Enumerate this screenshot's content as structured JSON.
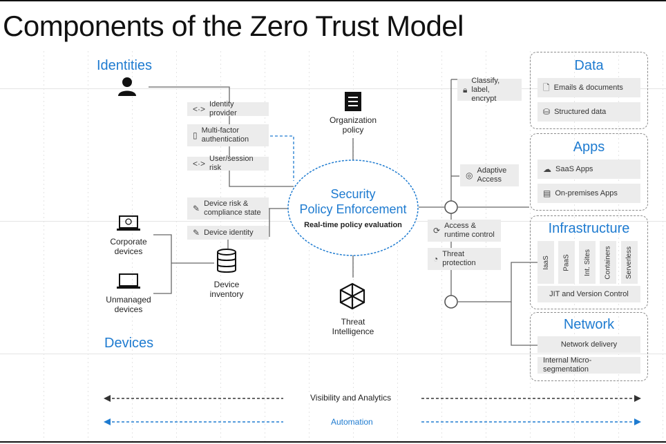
{
  "title": "Components of the Zero Trust Model",
  "identities": {
    "heading": "Identities",
    "items": [
      {
        "icon": "code-arrows-icon",
        "label": "Identity provider"
      },
      {
        "icon": "phone-icon",
        "label": "Multi-factor\nauthentication"
      },
      {
        "icon": "code-arrows-icon",
        "label": "User/session risk"
      }
    ]
  },
  "devices": {
    "heading": "Devices",
    "corporate": "Corporate\ndevices",
    "unmanaged": "Unmanaged\ndevices",
    "inventory": "Device\ninventory",
    "items": [
      {
        "icon": "pencil-icon",
        "label": "Device risk &\ncompliance state"
      },
      {
        "icon": "pencil-icon",
        "label": "Device identity"
      }
    ]
  },
  "center": {
    "org_policy": "Organization\npolicy",
    "enforcement_title": "Security\nPolicy Enforcement",
    "enforcement_sub": "Real-time policy evaluation",
    "threat_intel": "Threat\nIntelligence"
  },
  "middle_right": {
    "classify": "Classify,\nlabel, encrypt",
    "adaptive": "Adaptive\nAccess",
    "access_runtime": "Access &\nruntime control",
    "threat_protection": "Threat\nprotection"
  },
  "data_panel": {
    "heading": "Data",
    "items": [
      "Emails & documents",
      "Structured data"
    ]
  },
  "apps_panel": {
    "heading": "Apps",
    "items": [
      "SaaS Apps",
      "On-premises Apps"
    ]
  },
  "infra_panel": {
    "heading": "Infrastructure",
    "tiles": [
      "IaaS",
      "PaaS",
      "Int. Sites",
      "Containers",
      "Serverless"
    ],
    "footer": "JIT and Version Control"
  },
  "network_panel": {
    "heading": "Network",
    "items": [
      "Network delivery",
      "Internal Micro-segmentation"
    ]
  },
  "footer": {
    "visibility": "Visibility and Analytics",
    "automation": "Automation"
  },
  "colors": {
    "accent": "#1e7bd0",
    "tile": "#ececec",
    "line": "#555555"
  }
}
